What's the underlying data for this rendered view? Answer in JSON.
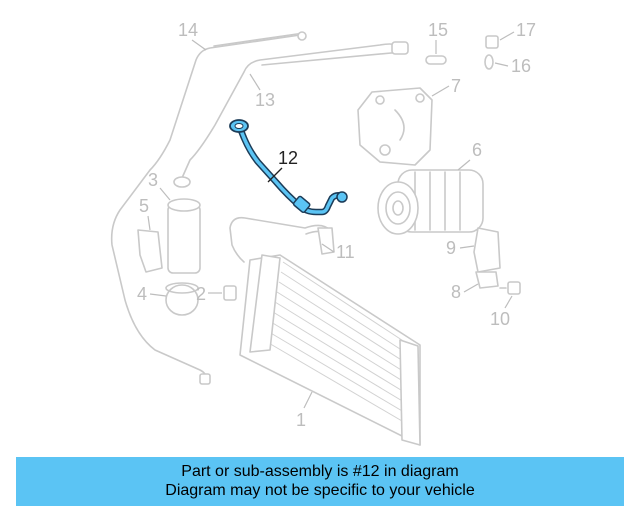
{
  "callouts": {
    "c1": "1",
    "c2": "2",
    "c3": "3",
    "c4": "4",
    "c5": "5",
    "c6": "6",
    "c7": "7",
    "c8": "8",
    "c9": "9",
    "c10": "10",
    "c11": "11",
    "c12": "12",
    "c13": "13",
    "c14": "14",
    "c15": "15",
    "c16": "16",
    "c17": "17"
  },
  "highlight_color": "#5bc4f4",
  "banner": {
    "line1": "Part or sub-assembly is #12 in diagram",
    "line2": "Diagram may not be specific to your vehicle"
  }
}
